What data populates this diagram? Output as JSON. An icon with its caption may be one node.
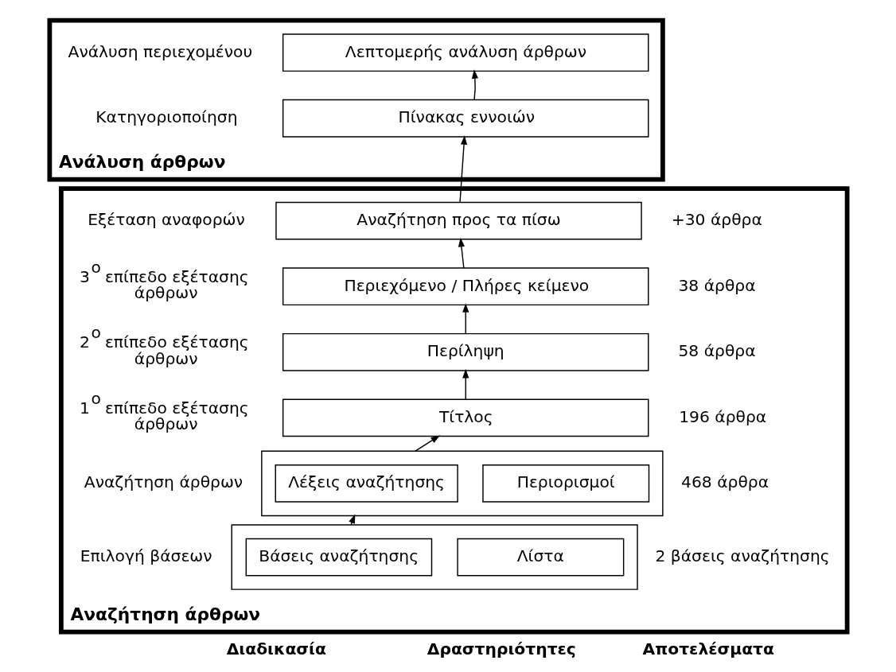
{
  "diagram": {
    "nodes": [
      {
        "text": [
          "Ανάλυση άρθρων"
        ]
      },
      {
        "text": [
          "Λεπτομερής ανάλυση άρθρων"
        ],
        "in": 0
      },
      {
        "text": [
          "Πίνακας εννοιών"
        ],
        "in": 0
      },
      {
        "text": [
          "Αναζήτηση άρθρων"
        ]
      },
      {
        "text": [
          "Αναζήτηση προς τα πίσω"
        ],
        "in": 3
      },
      {
        "text": [
          "Περιεχόμενο / Πλήρες κείμενο"
        ],
        "in": 3
      },
      {
        "text": [
          "Περίληψη"
        ],
        "in": 3
      },
      {
        "text": [
          "Τίτλος"
        ],
        "in": 3
      },
      {
        "text": [],
        "shape": "box",
        "in": 3
      },
      {
        "text": [
          "Λέξεις αναζήτησης"
        ],
        "in": 8
      },
      {
        "text": [
          "Περιορισμοί"
        ],
        "in": 8
      },
      {
        "text": [],
        "shape": "box",
        "in": 3
      },
      {
        "text": [
          "Βάσεις αναζήτησης"
        ],
        "in": 11
      },
      {
        "text": [
          "Λίστα"
        ],
        "in": 11
      }
    ],
    "edges": [
      {
        "from": 11,
        "to": 8,
        "arrow": "to"
      },
      {
        "from": 8,
        "to": 7,
        "arrow": "to"
      },
      {
        "from": 7,
        "to": 6,
        "arrow": "to"
      },
      {
        "from": 6,
        "to": 5,
        "arrow": "to"
      },
      {
        "from": 5,
        "to": 4,
        "arrow": "to"
      },
      {
        "from": 4,
        "to": 2,
        "arrow": "to"
      },
      {
        "from": 2,
        "to": 1,
        "arrow": "to"
      }
    ],
    "labels": [
      "Ανάλυση περιεχομένου",
      "Κατηγοριοποίηση",
      "Εξέταση αναφορών",
      "+30 άρθρα",
      "3$^{o}$ επίπεδο εξέτασης άρθρων",
      "38 άρθρα",
      "2$^{o}$ επίπεδο εξέτασης άρθρων",
      "58 άρθρα",
      "1$^{o}$ επίπεδο εξέτασης άρθρων",
      "196 άρθρα",
      "Αναζήτηση άρθρων",
      "468 άρθρα",
      "Επιλογή βάσεων",
      "2 βάσεις αναζήτησης",
      "Διαδικασία",
      "Δραστηριότητες",
      "Αποτελέσματα"
    ]
  }
}
